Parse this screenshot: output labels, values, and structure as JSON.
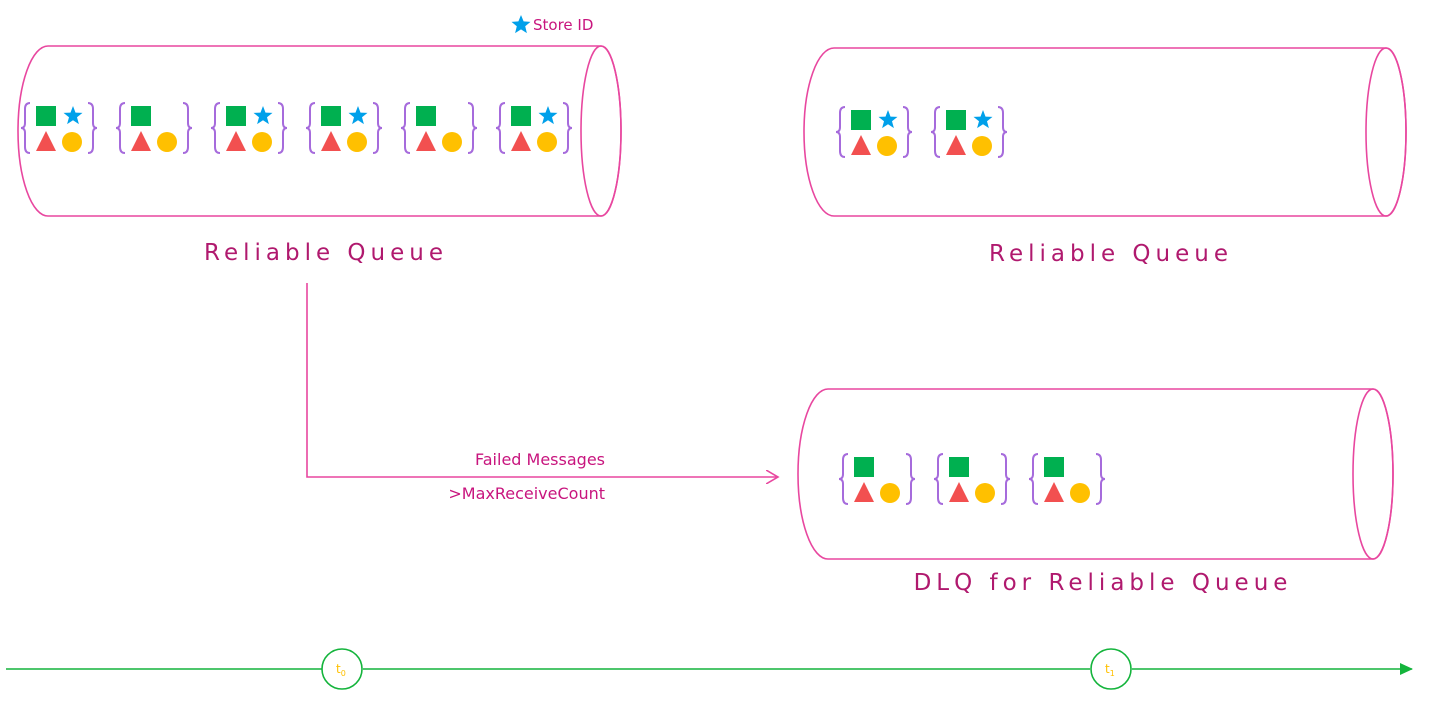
{
  "legend": {
    "label": "Store ID",
    "icon": "star-icon"
  },
  "queues": [
    {
      "id": "left",
      "label": "Reliable Queue",
      "messages": [
        {
          "star": true
        },
        {
          "star": false
        },
        {
          "star": true
        },
        {
          "star": true
        },
        {
          "star": false
        },
        {
          "star": true
        }
      ]
    },
    {
      "id": "right",
      "label": "Reliable Queue",
      "messages": [
        {
          "star": true
        },
        {
          "star": true
        }
      ]
    },
    {
      "id": "dlq",
      "label": "DLQ for Reliable Queue",
      "messages": [
        {
          "star": false
        },
        {
          "star": false
        },
        {
          "star": false
        }
      ]
    }
  ],
  "path": {
    "label_top": "Failed Messages",
    "label_bottom": ">MaxReceiveCount"
  },
  "timeline": {
    "points": [
      {
        "main": "t",
        "sub": "0"
      },
      {
        "main": "t",
        "sub": "1"
      }
    ]
  },
  "colors": {
    "queue_stroke": "#e8479f",
    "label": "#b0196e",
    "arrow": "#e8479f",
    "brace": "#a66bdc",
    "square": "#00b050",
    "star": "#00a0ea",
    "triangle": "#f25050",
    "circle": "#ffc000",
    "timeline": "#14b43c"
  }
}
